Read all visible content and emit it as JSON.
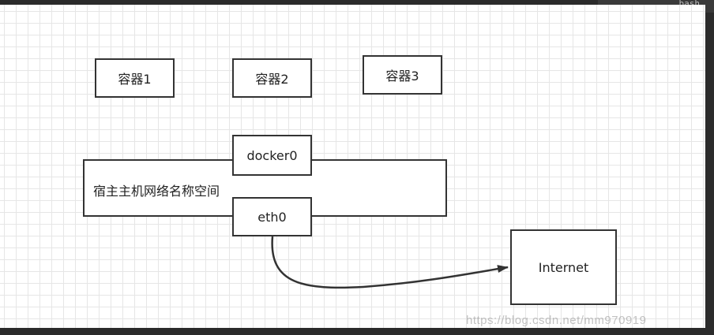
{
  "editor": {
    "language_tab": "bash"
  },
  "diagram": {
    "containers": [
      {
        "label": "容器1"
      },
      {
        "label": "容器2"
      },
      {
        "label": "容器3"
      }
    ],
    "host_namespace": {
      "label": "宿主主机网络名称空间"
    },
    "docker0": {
      "label": "docker0"
    },
    "eth0": {
      "label": "eth0"
    },
    "internet": {
      "label": "Internet"
    }
  },
  "watermark": {
    "text": "https://blog.csdn.net/mm970919"
  },
  "colors": {
    "stroke": "#333333",
    "grid": "#e6e6e6",
    "background": "#ffffff",
    "frame": "#2b2b2b"
  }
}
